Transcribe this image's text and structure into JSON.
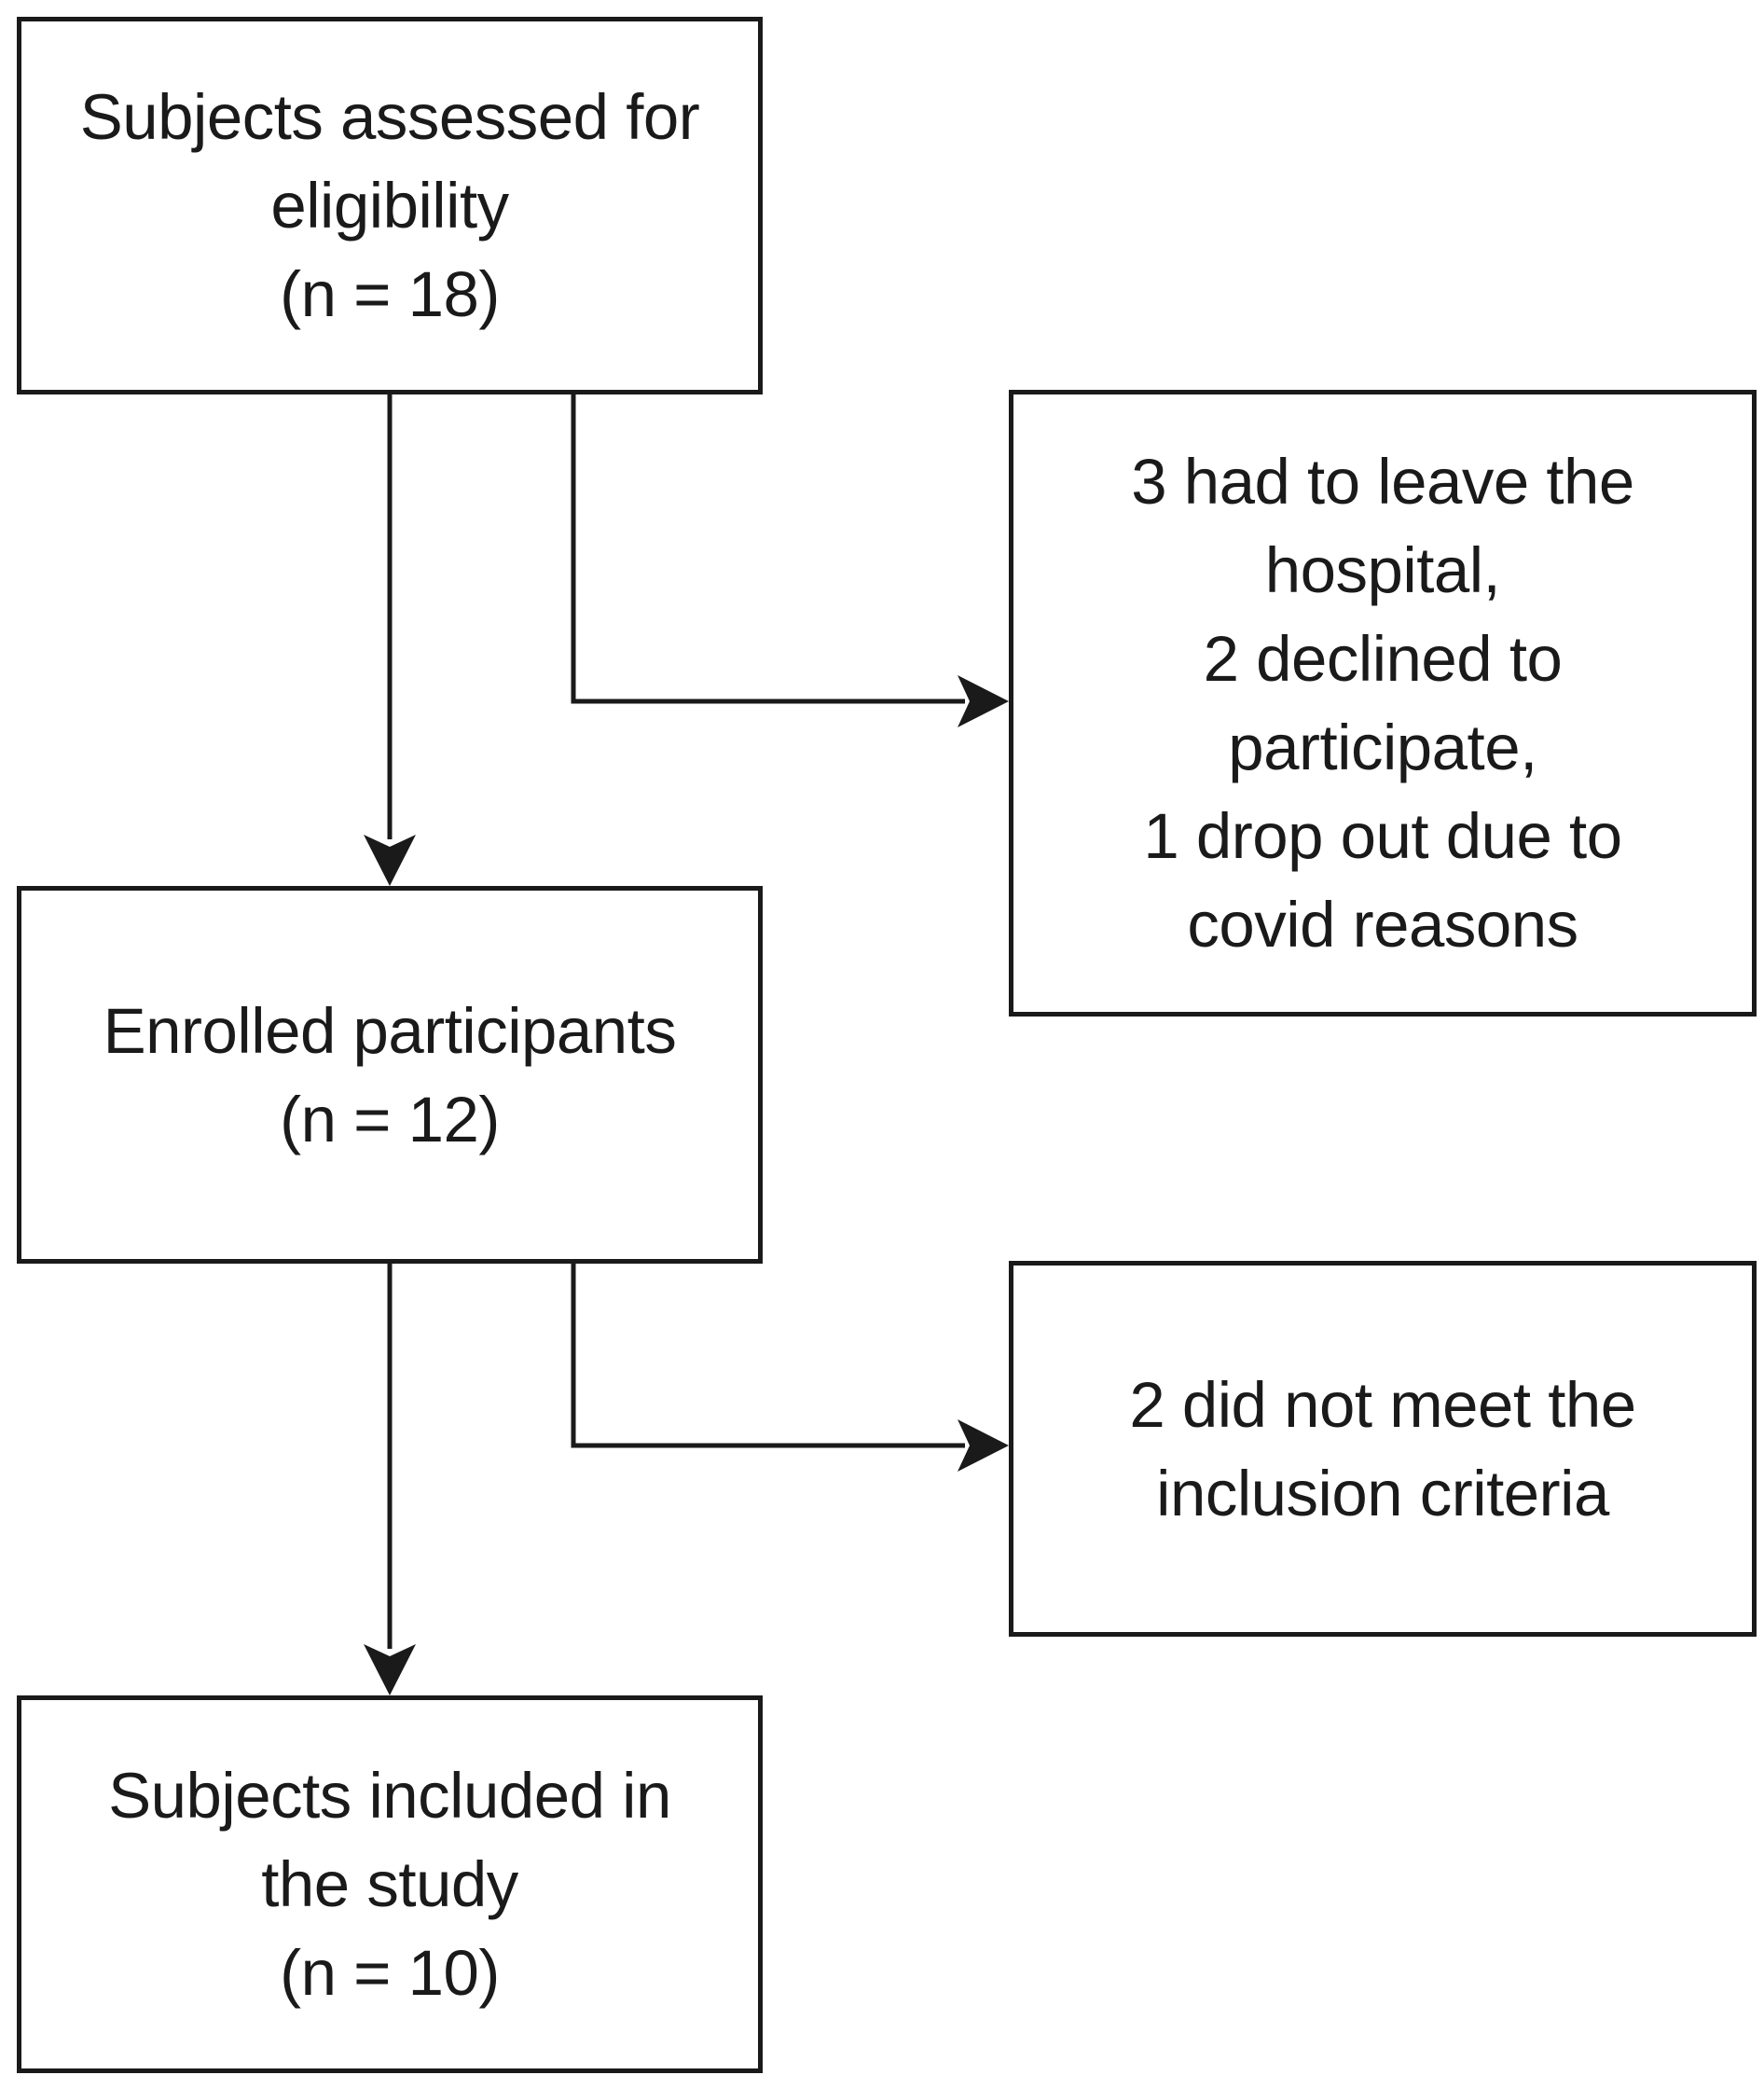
{
  "flowchart": {
    "assessed": {
      "lines": [
        "Subjects assessed for",
        "eligibility",
        "(n = 18)"
      ]
    },
    "enrolled": {
      "lines": [
        "Enrolled participants",
        "(n = 12)"
      ]
    },
    "included": {
      "lines": [
        "Subjects included in",
        "the study",
        "(n = 10)"
      ]
    },
    "excluded_before_enrollment": {
      "lines": [
        "3 had to leave the",
        "hospital,",
        "2 declined to",
        "participate,",
        "1 drop out due to",
        "covid reasons"
      ]
    },
    "excluded_after_enrollment": {
      "lines": [
        "2 did not meet the",
        "inclusion criteria"
      ]
    }
  },
  "colors": {
    "stroke": "#1a1a1a",
    "background": "#ffffff"
  }
}
